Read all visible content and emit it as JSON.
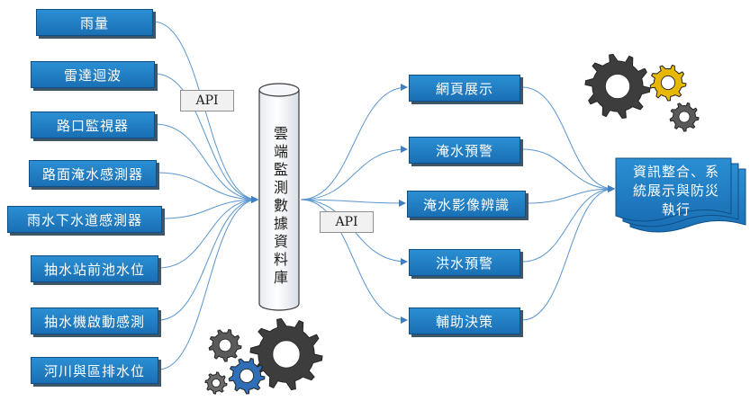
{
  "sources": [
    {
      "id": "rain",
      "label": "雨量"
    },
    {
      "id": "radar",
      "label": "雷達迴波"
    },
    {
      "id": "cctv",
      "label": "路口監視器"
    },
    {
      "id": "road",
      "label": "路面淹水感測器"
    },
    {
      "id": "sewer",
      "label": "雨水下水道感測器"
    },
    {
      "id": "pumpwell",
      "label": "抽水站前池水位"
    },
    {
      "id": "pumpstart",
      "label": "抽水機啟動感測"
    },
    {
      "id": "river",
      "label": "河川與區排水位"
    }
  ],
  "database": {
    "label": "雲端監測數據資料庫"
  },
  "api_labels": {
    "input": "API",
    "output": "API"
  },
  "applications": [
    {
      "id": "web",
      "label": "網頁展示"
    },
    {
      "id": "flood_warn",
      "label": "淹水預警"
    },
    {
      "id": "flood_image",
      "label": "淹水影像辨識"
    },
    {
      "id": "flood_alert",
      "label": "洪水預警"
    },
    {
      "id": "decision",
      "label": "輔助決策"
    }
  ],
  "output": {
    "label": "資訊整合、系\n統展示與防災\n執行"
  },
  "colors": {
    "box": "#1f7fc4",
    "line": "#4a8fd0",
    "shadow": "#3f5568"
  },
  "icons": [
    "gears-icon",
    "gears-icon"
  ]
}
